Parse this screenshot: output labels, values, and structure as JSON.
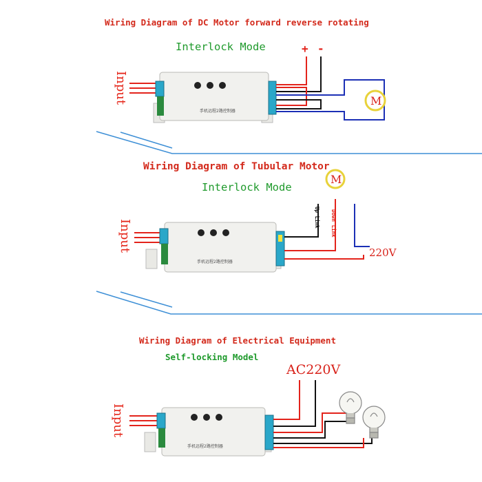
{
  "section1": {
    "title": "Wiring Diagram of DC Motor forward reverse rotating",
    "mode": "Interlock Mode",
    "input_label": "Input",
    "plus": "+",
    "minus": "-",
    "motor_letter": "M"
  },
  "section2": {
    "title": "Wiring Diagram of Tubular Motor",
    "mode": "Interlock Mode",
    "input_label": "Input",
    "motor_letter": "M",
    "up_link": "Up Link",
    "down_link": "Down Link",
    "voltage": "220V"
  },
  "section3": {
    "title": "Wiring Diagram of Electrical Equipment",
    "mode": "Self-locking Model",
    "input_label": "Input",
    "voltage": "AC220V"
  },
  "module": {
    "caption": "手机远程2路控制器"
  },
  "colors": {
    "title": "#d32a1c",
    "mode": "#1f9a2c",
    "wire_red": "#e3231b",
    "wire_blue": "#1b2fb5",
    "wire_black": "#111111",
    "terminal_blue": "#2aa7c9",
    "motor_ring": "#e8d23a",
    "divider": "#3d8fd6"
  }
}
